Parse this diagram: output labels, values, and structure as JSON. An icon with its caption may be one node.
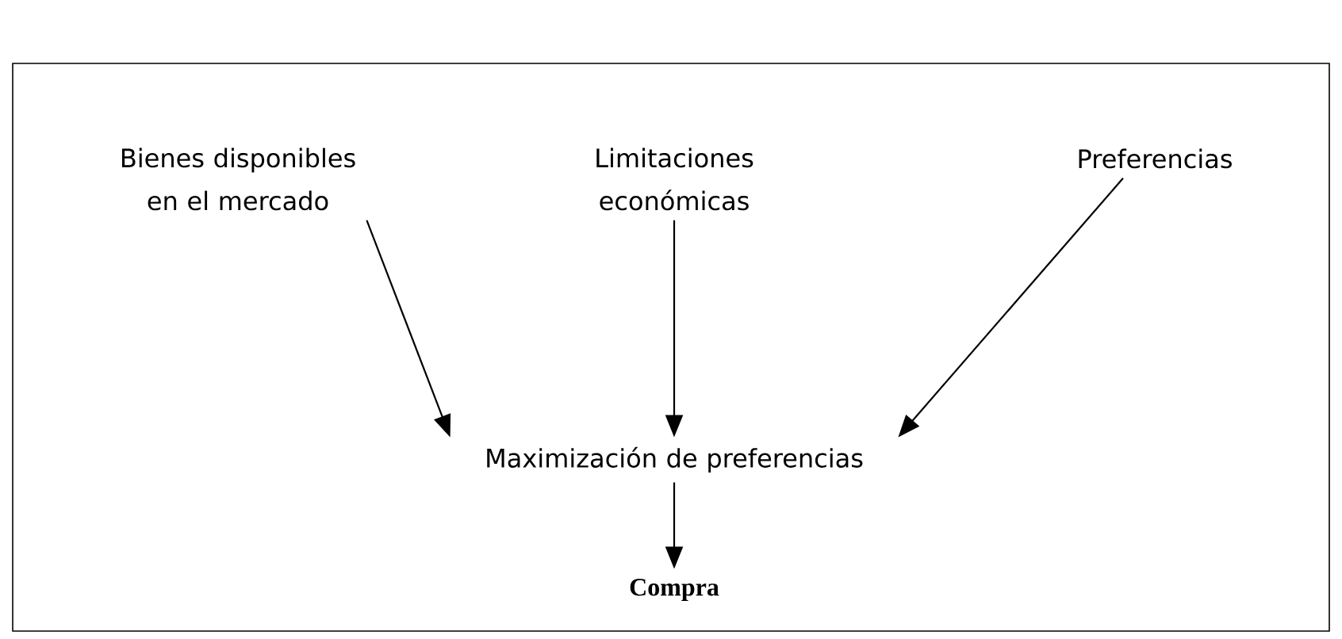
{
  "diagram": {
    "nodes": [
      {
        "text": [
          "Bienes disponibles en el mercado"
        ]
      },
      {
        "text": [
          "Limitaciones económicas"
        ]
      },
      {
        "text": [
          "Preferencias"
        ]
      },
      {
        "text": [
          "Maximización de preferencias"
        ]
      },
      {
        "text": [
          "Compra"
        ]
      }
    ],
    "edges": [
      {
        "from": 0,
        "to": 3,
        "arrow": "to"
      },
      {
        "from": 1,
        "to": 3,
        "arrow": "to"
      },
      {
        "from": 2,
        "to": 3,
        "arrow": "to"
      },
      {
        "from": 3,
        "to": 4,
        "arrow": "to"
      }
    ]
  }
}
